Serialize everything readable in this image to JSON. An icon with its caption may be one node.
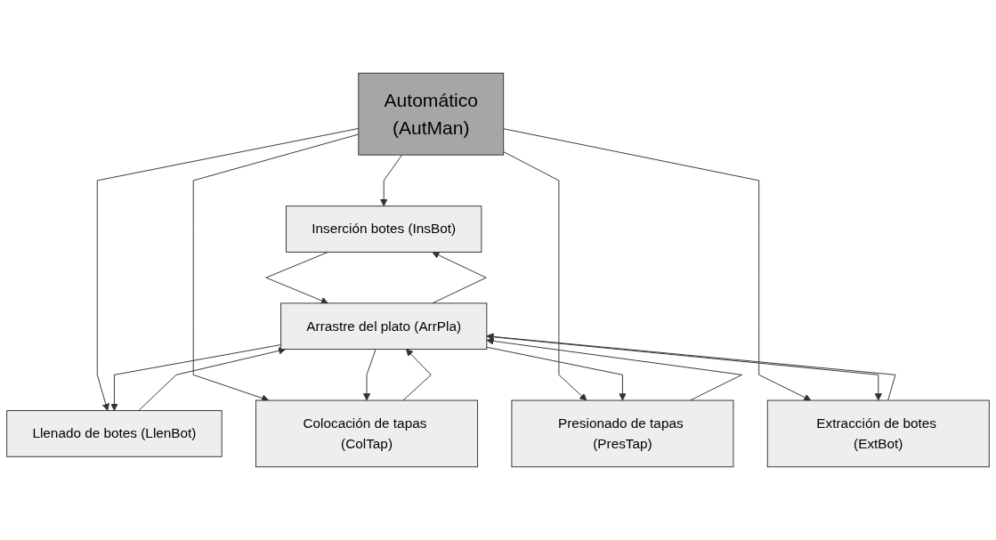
{
  "diagram": {
    "nodes": [
      {
        "text": [
          "Automático",
          "(AutMan)"
        ]
      },
      {
        "text": [
          "Inserción botes (InsBot)"
        ]
      },
      {
        "text": [
          "Llenado de botes (LlenBot)"
        ]
      },
      {
        "text": [
          "Colocación de tapas (ColTap)"
        ]
      },
      {
        "text": [
          "Presionado de tapas (PresTap)"
        ]
      },
      {
        "text": [
          "Extracción de botes (ExtBot)"
        ]
      },
      {
        "text": [
          "Arrastre del plato (ArrPla)"
        ]
      }
    ],
    "edges": [
      {
        "from": 0,
        "to": 1,
        "arrow": "to"
      },
      {
        "from": 0,
        "to": 2,
        "arrow": "to"
      },
      {
        "from": 0,
        "to": 3,
        "arrow": "to"
      },
      {
        "from": 0,
        "to": 4,
        "arrow": "to"
      },
      {
        "from": 0,
        "to": 5,
        "arrow": "to"
      },
      {
        "from": 1,
        "to": 6,
        "arrow": "to"
      },
      {
        "from": 2,
        "to": 6,
        "arrow": "to"
      },
      {
        "from": 3,
        "to": 6,
        "arrow": "to"
      },
      {
        "from": 4,
        "to": 6,
        "arrow": "to"
      },
      {
        "from": 5,
        "to": 6,
        "arrow": "to"
      },
      {
        "from": 6,
        "to": 1,
        "arrow": "to"
      },
      {
        "from": 6,
        "to": 2,
        "arrow": "to"
      },
      {
        "from": 6,
        "to": 3,
        "arrow": "to"
      },
      {
        "from": 6,
        "to": 4,
        "arrow": "to"
      },
      {
        "from": 6,
        "to": 5,
        "arrow": "to"
      }
    ]
  }
}
